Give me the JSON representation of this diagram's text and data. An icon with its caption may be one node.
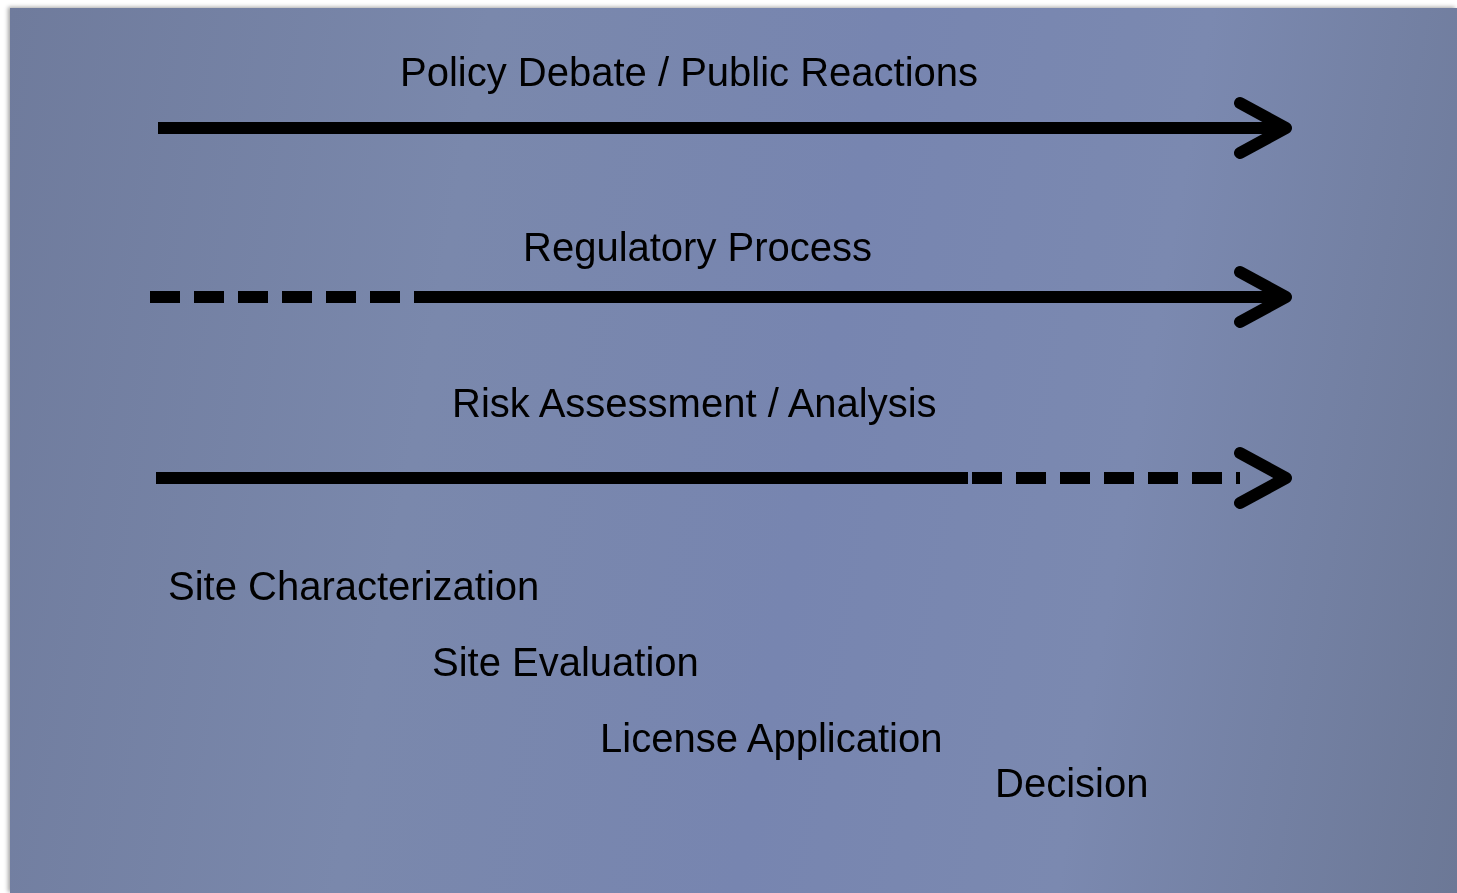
{
  "diagram": {
    "labels": [
      "Policy Debate / Public Reactions",
      "Regulatory Process",
      "Risk Assessment / Analysis",
      "Site Characterization",
      "Site Evaluation",
      "License Application",
      "Decision"
    ]
  }
}
